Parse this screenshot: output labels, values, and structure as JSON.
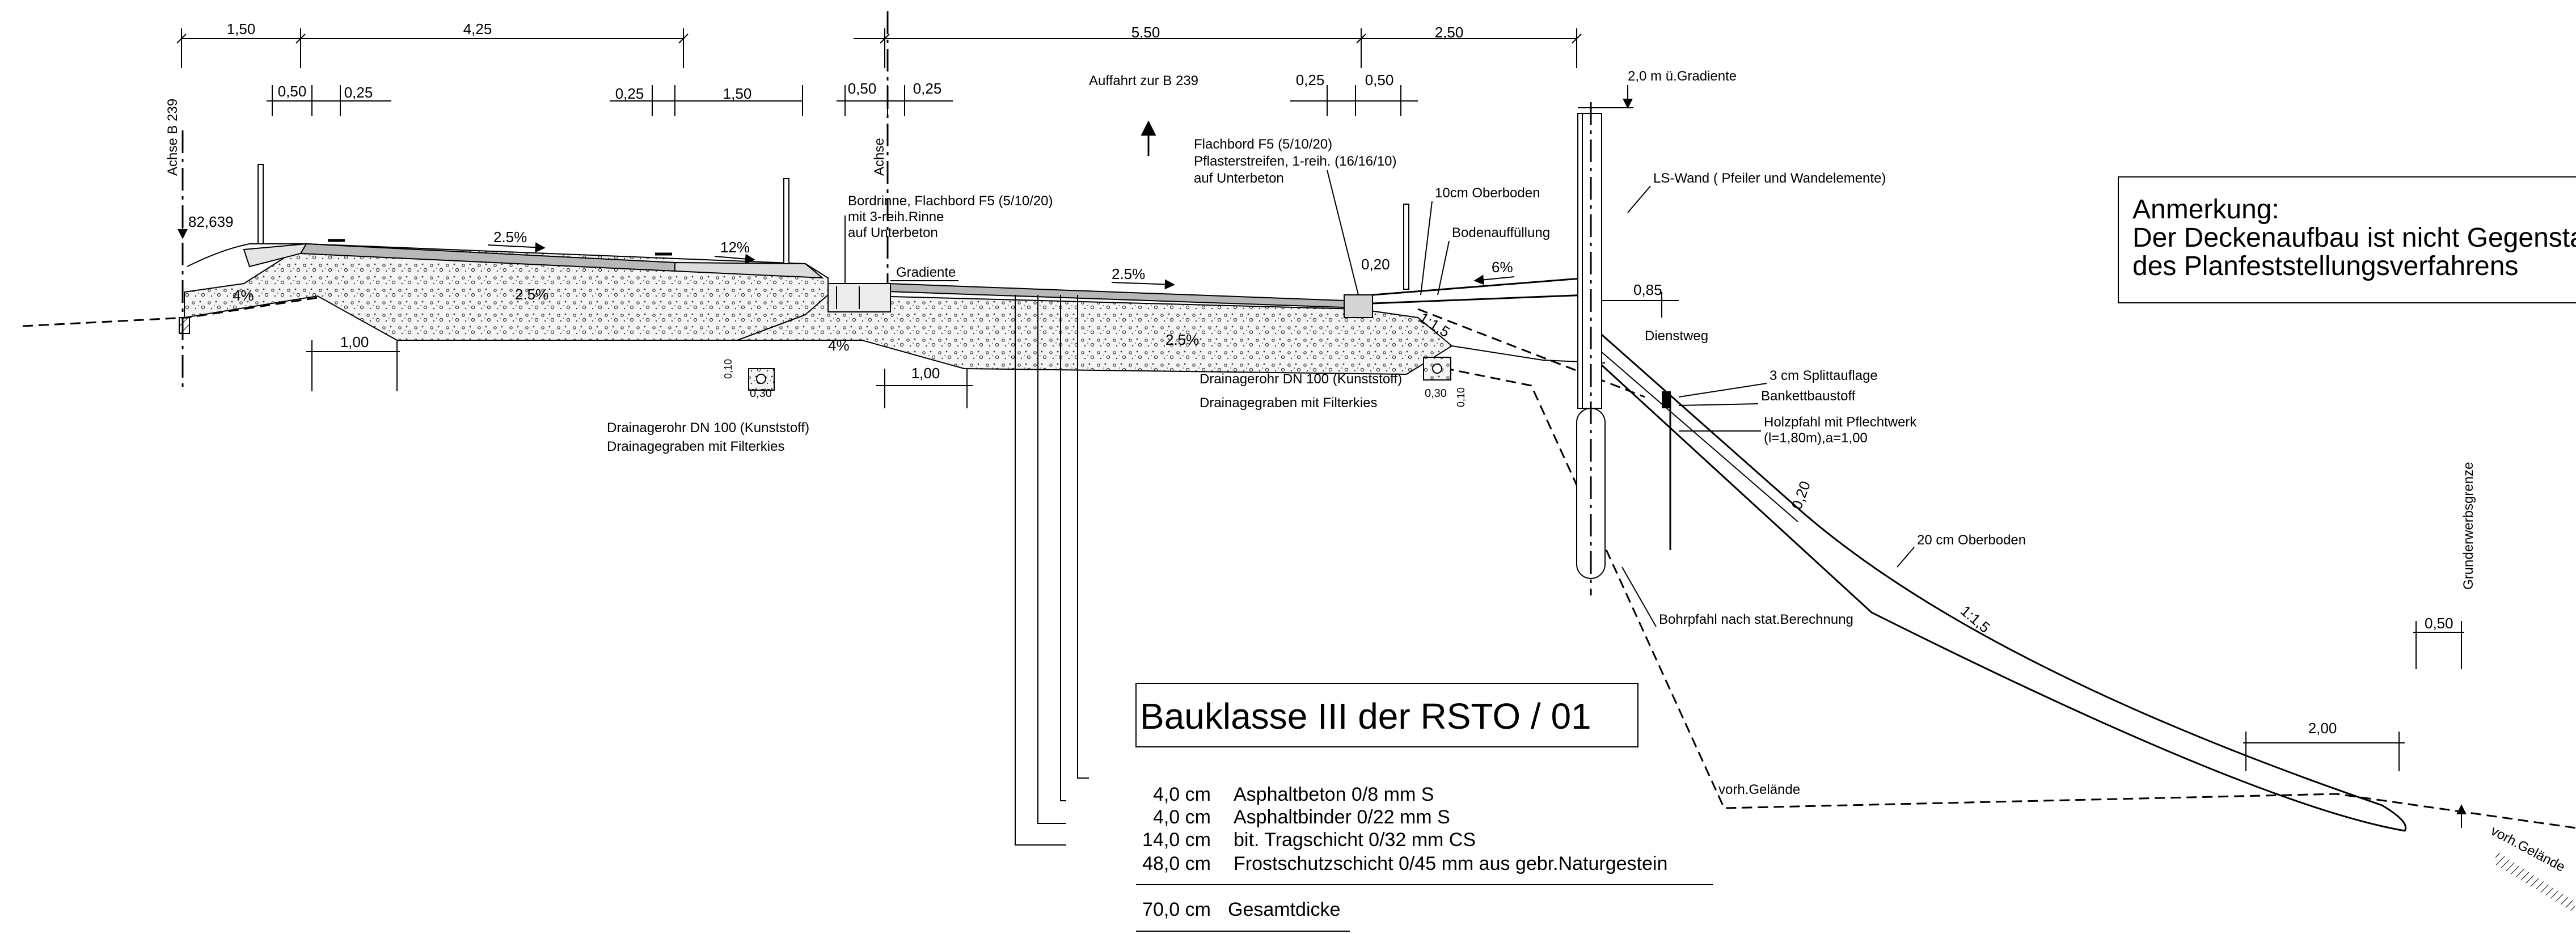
{
  "dimensions": {
    "top": [
      "1,50",
      "4,25",
      "5,50",
      "2,50"
    ],
    "second": [
      "0,50",
      "0,25",
      "0,25",
      "1,50",
      "0,50",
      "0,25",
      "0,25",
      "0,50"
    ],
    "lower_left": "1,00",
    "lower_mid": "1,00",
    "right_a": "0,50",
    "right_b": "2,00",
    "kerb": "0,20",
    "dienstweg": "0,85",
    "drain_left_h": "0,10",
    "drain_left_w": "0,30",
    "drain_right_w": "0,30",
    "drain_right_h": "0,10",
    "topsoil_thickness": "0,20",
    "axis_b239_height": "82,639",
    "wall_height": "2,0 m ü.Gradiente"
  },
  "slopes": {
    "road_b239": "2.5%",
    "shoulder_left": "12%",
    "base_left": "2.5%",
    "base_left_edge": "4%",
    "ramp": "2.5%",
    "ramp_base": "2.5%",
    "ramp_base_edge": "4%",
    "verge": "6%",
    "embankment_small": "1:1,5",
    "embankment": "1:1,5"
  },
  "labels": {
    "axis_b239": "Achse B 239",
    "axis": "Achse",
    "ramp_title": "Auffahrt zur B 239",
    "bordrinne": [
      "Bordrinne, Flachbord F5 (5/10/20)",
      "mit 3-reih.Rinne",
      "auf Unterbeton"
    ],
    "gradiente": "Gradiente",
    "flachbord": [
      "Flachbord F5 (5/10/20)",
      "Pflasterstreifen, 1-reih. (16/16/10)",
      "auf Unterbeton"
    ],
    "oberboden_10": "10cm Oberboden",
    "bodenauffuellung": "Bodenauffüllung",
    "ls_wand": "LS-Wand ( Pfeiler und Wandelemente)",
    "dienstweg": "Dienstweg",
    "splitt": "3 cm Splittauflage",
    "bankett": "Bankettbaustoff",
    "holzpfahl": [
      "Holzpfahl mit Pflechtwerk",
      "(l=1,80m),a=1,00"
    ],
    "oberboden_20": "20 cm Oberboden",
    "bohrpfahl": "Bohrpfahl nach stat.Berechnung",
    "drain_left": [
      "Drainagerohr DN 100 (Kunststoff)",
      "Drainagegraben mit Filterkies"
    ],
    "drain_right": [
      "Drainagerohr DN 100 (Kunststoff)",
      "Drainagegraben mit Filterkies"
    ],
    "vorh_gelaende_1": "vorh.Gelände",
    "vorh_gelaende_2": "vorh.Gelände",
    "grunderwerbsgrenze": "Grunderwerbsgrenze"
  },
  "note": {
    "title": "Anmerkung:",
    "lines": [
      "Der Deckenaufbau ist nicht Gegenstand",
      "des Planfeststellungsverfahrens"
    ]
  },
  "construction": {
    "title": "Bauklasse III der RSTO / 01",
    "layers": [
      {
        "thickness": "4,0 cm",
        "material": "Asphaltbeton  0/8  mm S"
      },
      {
        "thickness": "4,0 cm",
        "material": "Asphaltbinder  0/22 mm S"
      },
      {
        "thickness": "14,0 cm",
        "material": "bit. Tragschicht  0/32 mm CS"
      },
      {
        "thickness": "48,0 cm",
        "material": "Frostschutzschicht  0/45 mm aus gebr.Naturgestein"
      }
    ],
    "total_thickness": "70,0 cm",
    "total_label": "Gesamtdicke"
  }
}
